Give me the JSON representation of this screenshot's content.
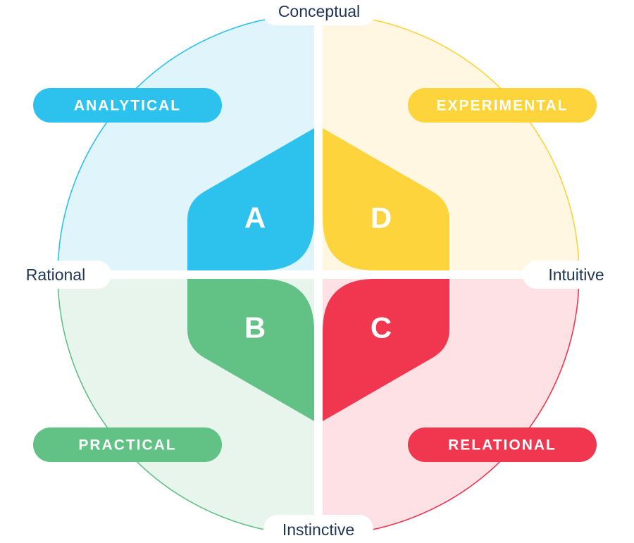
{
  "axes": {
    "top": "Conceptual",
    "bottom": "Instinctive",
    "left": "Rational",
    "right": "Intuitive"
  },
  "quadrants": [
    {
      "id": "analytical",
      "label": "ANALYTICAL",
      "letter": "A",
      "color": "#2dc2ee",
      "tint": "#dff4fb",
      "outline": "#2dc2ee"
    },
    {
      "id": "experimental",
      "label": "EXPERIMENTAL",
      "letter": "D",
      "color": "#fed43c",
      "tint": "#fff7e2",
      "outline": "#fed43c"
    },
    {
      "id": "practical",
      "label": "PRACTICAL",
      "letter": "B",
      "color": "#62c185",
      "tint": "#e8f5ec",
      "outline": "#62c185"
    },
    {
      "id": "relational",
      "label": "RELATIONAL",
      "letter": "C",
      "color": "#f0374f",
      "tint": "#fde1e5",
      "outline": "#f0374f"
    }
  ],
  "colors": {
    "axis_text": "#1f3550",
    "divider": "#ffffff"
  }
}
